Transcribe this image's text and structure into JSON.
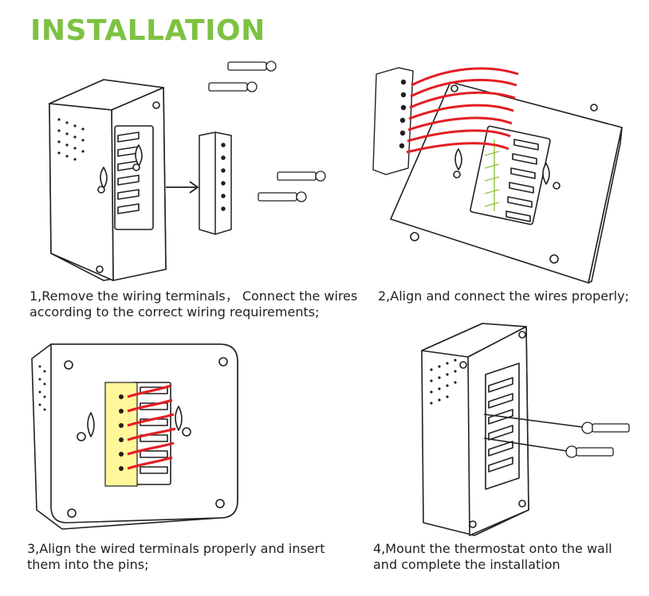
{
  "title": "INSTALLATION",
  "steps": [
    {
      "line1": "1,Remove the wiring terminals， Connect the wires",
      "line2": "according to the correct wiring requirements;"
    },
    {
      "line1": "2,Align and connect the wires properly;",
      "line2": ""
    },
    {
      "line1": "3,Align the wired terminals properly and insert",
      "line2": "them into the pins;"
    },
    {
      "line1": "4,Mount the thermostat onto the wall",
      "line2": "and complete the installation"
    }
  ],
  "colors": {
    "title": "#7dc242",
    "wire": "#e31e24",
    "terminal_highlight": "#fff799",
    "outline": "#231f20"
  }
}
